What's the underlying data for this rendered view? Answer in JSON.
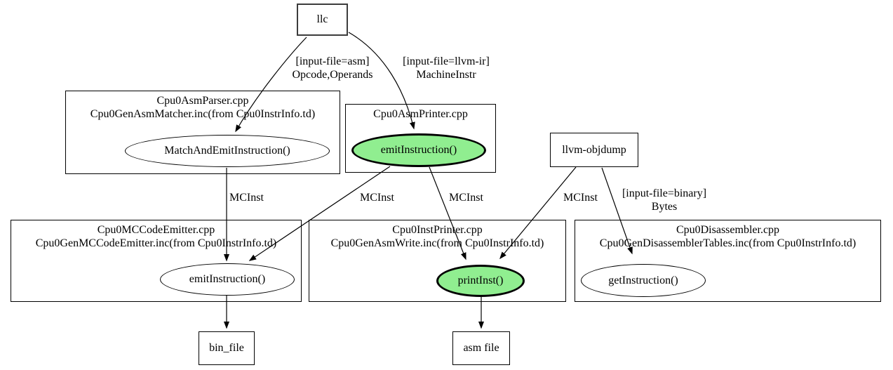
{
  "colors": {
    "background": "#ffffff",
    "node_highlight_fill": "#90ee90",
    "node_border": "#000000"
  },
  "nodes": {
    "llc": {
      "label": "llc"
    },
    "asm_parser": {
      "file1": "Cpu0AsmParser.cpp",
      "file2": "Cpu0GenAsmMatcher.inc(from Cpu0InstrInfo.td)",
      "function": "MatchAndEmitInstruction()"
    },
    "asm_printer": {
      "file1": "Cpu0AsmPrinter.cpp",
      "function": "emitInstruction()"
    },
    "llvm_objdump": {
      "label": "llvm-objdump"
    },
    "mc_code_emitter": {
      "file1": "Cpu0MCCodeEmitter.cpp",
      "file2": "Cpu0GenMCCodeEmitter.inc(from Cpu0InstrInfo.td)",
      "function": "emitInstruction()"
    },
    "inst_printer": {
      "file1": "Cpu0InstPrinter.cpp",
      "file2": "Cpu0GenAsmWrite.inc(from Cpu0InstrInfo.td)",
      "function": "printInst()"
    },
    "disassembler": {
      "file1": "Cpu0Disassembler.cpp",
      "file2": "Cpu0GenDisassemblerTables.inc(from Cpu0InstrInfo.td)",
      "function": "getInstruction()"
    },
    "bin_file": {
      "label": "bin_file"
    },
    "asm_file": {
      "label": "asm file"
    }
  },
  "edges": {
    "llc_to_asm_parser": {
      "line1": "[input-file=asm]",
      "line2": "Opcode,Operands"
    },
    "llc_to_asm_printer": {
      "line1": "[input-file=llvm-ir]",
      "line2": "MachineInstr"
    },
    "asm_parser_to_mc_emitter": {
      "label": "MCInst"
    },
    "asm_printer_to_mc_emitter": {
      "label": "MCInst"
    },
    "asm_printer_to_inst_printer": {
      "label": "MCInst"
    },
    "objdump_to_inst_printer": {
      "label": "MCInst"
    },
    "objdump_to_disassembler": {
      "line1": "[input-file=binary]",
      "line2": "Bytes"
    }
  }
}
